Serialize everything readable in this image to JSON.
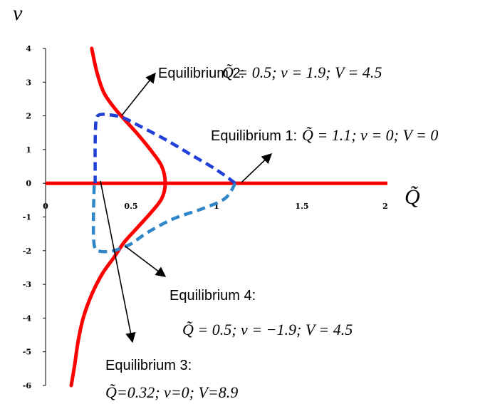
{
  "chart_data": {
    "type": "line",
    "title": "",
    "xlabel": "Q̃",
    "ylabel": "v",
    "xlim": [
      0,
      2
    ],
    "ylim": [
      -6,
      4
    ],
    "x_ticks": [
      "0",
      "0.5",
      "1",
      "1.5",
      "2"
    ],
    "y_ticks": [
      "4",
      "3",
      "2",
      "1",
      "0",
      "-1",
      "-2",
      "-3",
      "-4",
      "-5",
      "-6"
    ],
    "colors": {
      "red": "#ff0000",
      "blue": "#1f3fd6",
      "lightblue": "#2f86c9"
    },
    "series": [
      {
        "style": "solid-red",
        "points": [
          [
            0.27,
            4.0
          ],
          [
            0.3,
            3.3
          ],
          [
            0.34,
            2.7
          ],
          [
            0.4,
            2.25
          ],
          [
            0.46,
            1.9
          ],
          [
            0.54,
            1.45
          ],
          [
            0.62,
            0.95
          ],
          [
            0.68,
            0.5
          ],
          [
            0.7,
            0.0
          ],
          [
            0.68,
            -0.45
          ],
          [
            0.62,
            -0.85
          ],
          [
            0.54,
            -1.3
          ],
          [
            0.46,
            -1.75
          ],
          [
            0.4,
            -2.2
          ],
          [
            0.33,
            -2.7
          ],
          [
            0.27,
            -3.3
          ],
          [
            0.22,
            -4.0
          ],
          [
            0.19,
            -4.7
          ],
          [
            0.17,
            -5.4
          ],
          [
            0.15,
            -6.0
          ]
        ]
      },
      {
        "style": "solid-red-axis",
        "points": [
          [
            0,
            0
          ],
          [
            2,
            0
          ]
        ]
      },
      {
        "style": "dashed-blue",
        "points": [
          [
            1.11,
            0.0
          ],
          [
            1.0,
            0.4
          ],
          [
            0.85,
            0.85
          ],
          [
            0.7,
            1.3
          ],
          [
            0.55,
            1.7
          ],
          [
            0.45,
            1.95
          ],
          [
            0.36,
            2.04
          ],
          [
            0.31,
            2.02
          ],
          [
            0.295,
            1.85
          ],
          [
            0.29,
            1.2
          ],
          [
            0.29,
            0.5
          ],
          [
            0.29,
            0.0
          ]
        ]
      },
      {
        "style": "dashed-lightblue",
        "points": [
          [
            1.11,
            0.0
          ],
          [
            1.05,
            -0.45
          ],
          [
            0.92,
            -0.75
          ],
          [
            0.75,
            -1.05
          ],
          [
            0.6,
            -1.45
          ],
          [
            0.5,
            -1.8
          ],
          [
            0.45,
            -1.9
          ],
          [
            0.4,
            -2.0
          ],
          [
            0.32,
            -2.02
          ],
          [
            0.285,
            -1.85
          ],
          [
            0.28,
            -1.0
          ],
          [
            0.285,
            0.0
          ]
        ]
      }
    ],
    "annotations": [
      {
        "label": "Equilibrium 2:",
        "formula": "Q̃ = 0.5; v = 1.9; V = 4.5",
        "point": [
          0.46,
          1.95
        ]
      },
      {
        "label": "Equilibrium 1:",
        "formula": "Q̃ = 1.1; v = 0; V = 0",
        "point": [
          1.12,
          0.0
        ]
      },
      {
        "label": "Equilibrium 4:",
        "formula": "Q̃ = 0.5; v = −1.9; V = 4.5",
        "point": [
          0.46,
          -1.9
        ]
      },
      {
        "label": "Equilibrium 3:",
        "formula": "Q̃=0.32; v=0; V=8.9",
        "point": [
          0.3,
          0.0
        ]
      }
    ]
  }
}
